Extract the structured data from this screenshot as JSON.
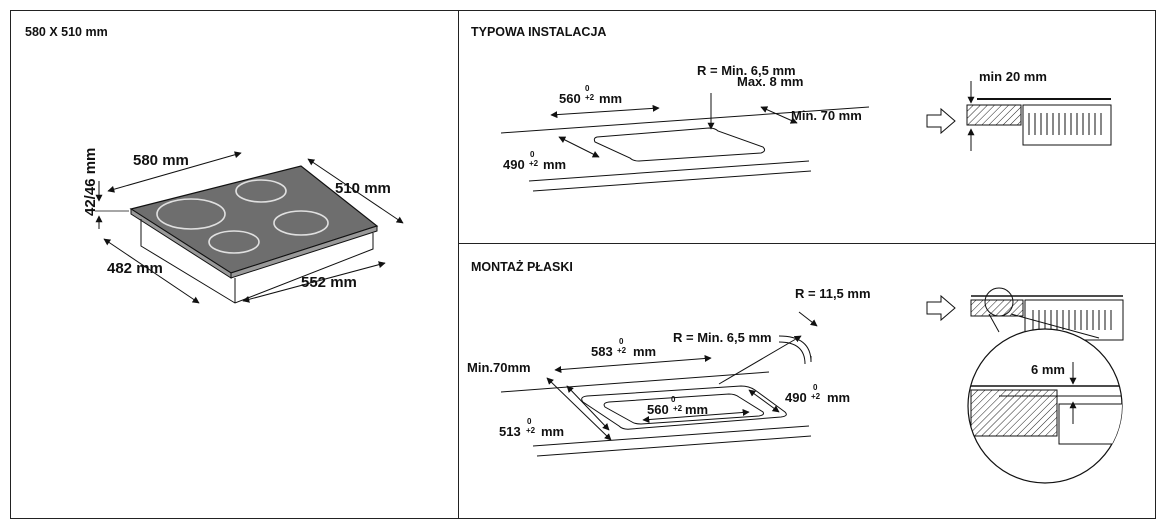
{
  "panels": {
    "left": {
      "title": "580 X 510 mm",
      "labels": {
        "width": "580 mm",
        "depth": "510 mm",
        "height": "42/46 mm",
        "cut_width": "482 mm",
        "cut_depth": "552 mm"
      }
    },
    "top_right": {
      "title": "TYPOWA INSTALACJA",
      "labels": {
        "radius": "R = Min. 6,5 mm",
        "radius_max": "Max. 8 mm",
        "width_val": "560",
        "depth_val": "490",
        "tol_top": "0",
        "tol_bot": "+2",
        "unit": "mm",
        "min_dist": "Min. 70 mm",
        "min_20": "min 20 mm"
      }
    },
    "bottom_right": {
      "title": "MONTAŻ PŁASKI",
      "labels": {
        "radius_outer": "R = 11,5 mm",
        "radius_inner": "R = Min. 6,5 mm",
        "outer_width": "583",
        "outer_depth": "513",
        "inner_width": "560",
        "inner_depth": "490",
        "tol_top": "0",
        "tol_bot": "+2",
        "unit": "mm",
        "min70": "Min.70mm",
        "six_mm": "6 mm"
      }
    }
  }
}
